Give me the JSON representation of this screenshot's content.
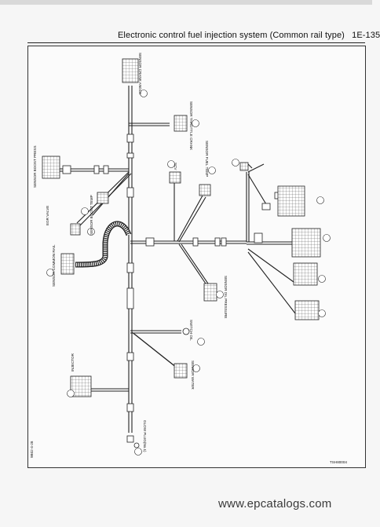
{
  "header": {
    "title": "Electronic control fuel injection system (Common rail type)",
    "page_number": "1E-135"
  },
  "diagram": {
    "labels": {
      "crank_angle": "SENSOR CRANK ANGLE",
      "throttle_crank": "SENSOR THROTTLE CRANK",
      "fuel_temp": "SENSOR FUEL TEMP",
      "scv": "SCV",
      "boost_press": "SENSOR BOOST PRESS",
      "egr_valve": "EGR VALVE",
      "boost_temp": "SENSOR BOOST TEMP",
      "common_rail": "SENSOR COMMON RAIL",
      "oil_pressure": "SENSOR OIL PRESSURE",
      "switch_oil": "SWITCH OIL",
      "water": "SENSOR WATER",
      "injector": "INJECTOR",
      "glow_plug": "GLOW PLUG(No.1)",
      "side_code": "9B02-4-28",
      "drawing_code": "TSH80004"
    }
  },
  "footer": {
    "url": "www.epcatalogs.com"
  }
}
